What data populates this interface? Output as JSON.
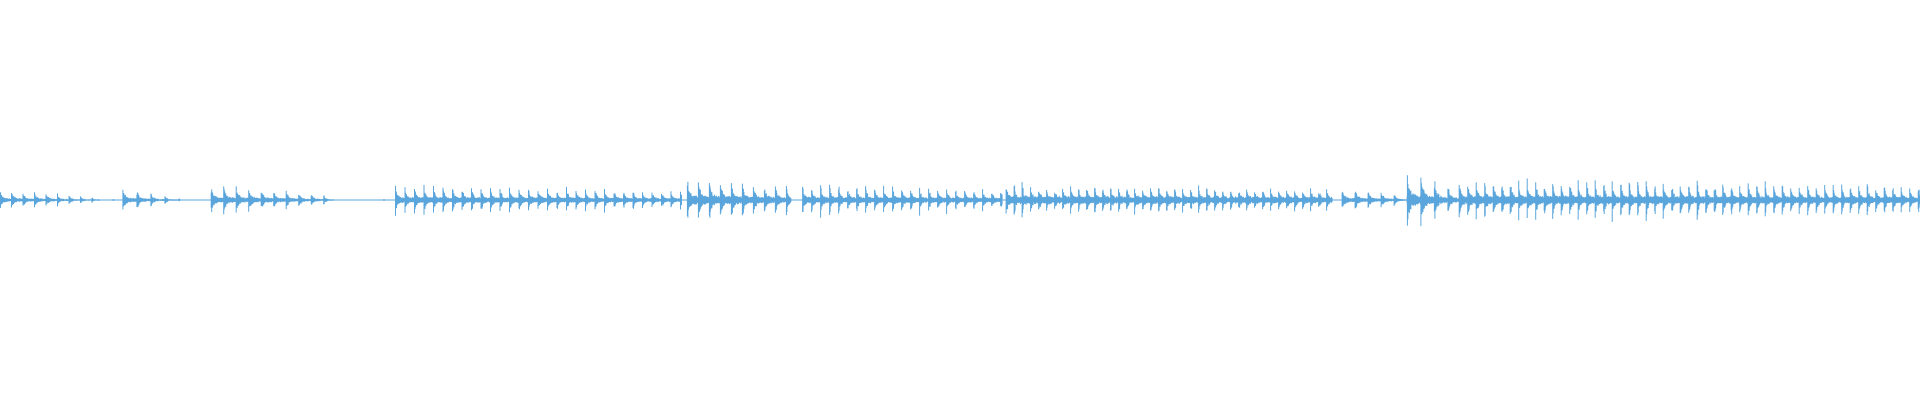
{
  "waveform": {
    "color": "#5aa6dc",
    "background": "#ffffff",
    "segments": [
      {
        "start": 0.0,
        "end": 0.052,
        "amplitude": 0.35,
        "density": 0.55,
        "decay": 0.8
      },
      {
        "start": 0.059,
        "end": 0.06,
        "amplitude": 0.05,
        "density": 0.2,
        "decay": 0.0
      },
      {
        "start": 0.064,
        "end": 0.094,
        "amplitude": 0.4,
        "density": 0.3,
        "decay": 0.9
      },
      {
        "start": 0.11,
        "end": 0.174,
        "amplitude": 0.55,
        "density": 0.45,
        "decay": 0.75
      },
      {
        "start": 0.2,
        "end": 0.201,
        "amplitude": 0.05,
        "density": 0.2,
        "decay": 0.0
      },
      {
        "start": 0.206,
        "end": 0.355,
        "amplitude": 0.55,
        "density": 0.75,
        "decay": 0.35
      },
      {
        "start": 0.358,
        "end": 0.412,
        "amplitude": 0.85,
        "density": 0.6,
        "decay": 0.4
      },
      {
        "start": 0.418,
        "end": 0.522,
        "amplitude": 0.6,
        "density": 0.8,
        "decay": 0.3
      },
      {
        "start": 0.524,
        "end": 0.694,
        "amplitude": 0.75,
        "density": 0.9,
        "decay": 0.2
      },
      {
        "start": 0.699,
        "end": 0.735,
        "amplitude": 0.45,
        "density": 0.4,
        "decay": 0.7
      },
      {
        "start": 0.733,
        "end": 0.76,
        "amplitude": 1.0,
        "density": 0.35,
        "decay": 0.6
      },
      {
        "start": 0.76,
        "end": 1.0,
        "amplitude": 0.8,
        "density": 0.85,
        "decay": 0.25
      }
    ]
  }
}
